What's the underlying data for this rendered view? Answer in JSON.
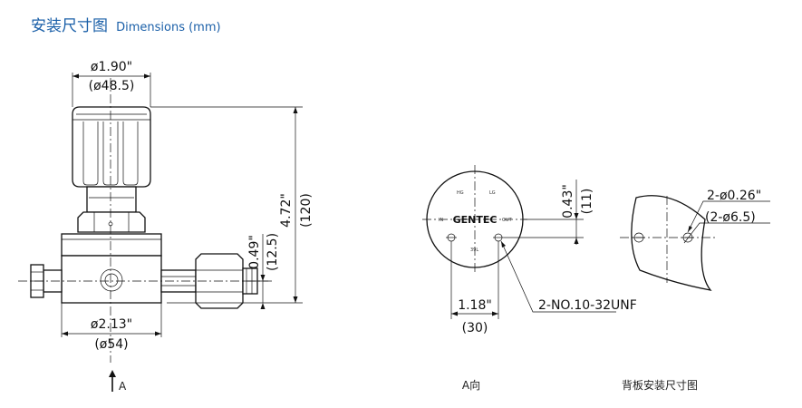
{
  "header": {
    "title_zh": "安装尺寸图",
    "title_en": "Dimensions (mm)"
  },
  "dimensions": {
    "knob_dia_in": "ø1.90\"",
    "knob_dia_mm": "(ø48.5)",
    "height_in": "4.72\"",
    "height_mm": "(120)",
    "port_height_in": "0.49\"",
    "port_height_mm": "(12.5)",
    "body_dia_in": "ø2.13\"",
    "body_dia_mm": "(ø54)",
    "hole_offset_in": "0.43\"",
    "hole_offset_mm": "(11)",
    "hole_spacing_in": "1.18\"",
    "hole_spacing_mm": "(30)",
    "thread_spec": "2-NO.10-32UNF",
    "panel_hole_in": "2-ø0.26\"",
    "panel_hole_mm": "(2-ø6.5)"
  },
  "face": {
    "brand": "GENTEC",
    "hg": "HG",
    "lg": "LG",
    "in": "IN",
    "out": "OUT",
    "bottom": "39L"
  },
  "views": {
    "arrow_label": "A",
    "view_a_label": "A向",
    "panel_label": "背板安装尺寸图"
  }
}
